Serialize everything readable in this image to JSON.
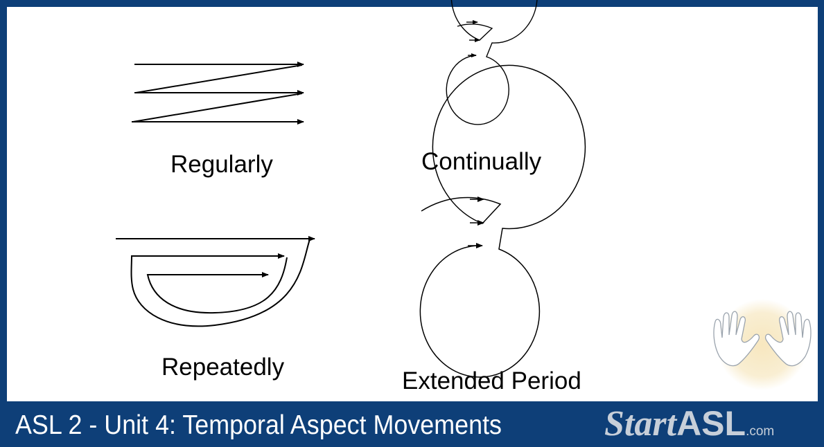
{
  "diagram": {
    "labels": {
      "regularly": "Regularly",
      "continually": "Continually",
      "repeatedly": "Repeatedly",
      "extended_period": "Extended Period"
    }
  },
  "footer": {
    "title": "ASL 2 - Unit 4: Temporal Aspect Movements",
    "brand_start": "Start",
    "brand_asl": "ASL",
    "brand_com": ".com"
  },
  "colors": {
    "frame": "#0e3f78",
    "panel": "#ffffff",
    "stroke": "#000000",
    "logo_glow": "#f5e3b5"
  },
  "icons": [
    "hands-logo-icon"
  ]
}
